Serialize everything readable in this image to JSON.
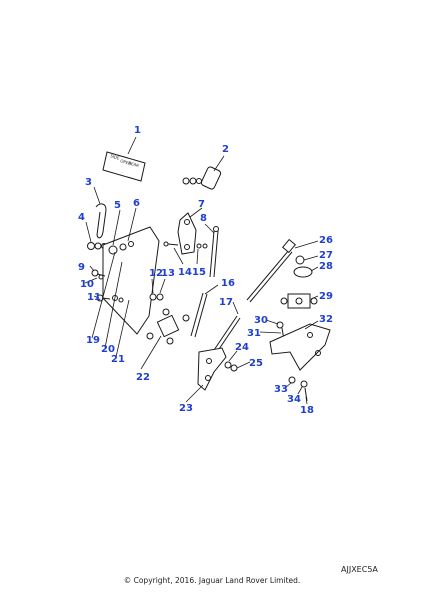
{
  "callouts": [
    "1",
    "2",
    "3",
    "4",
    "5",
    "6",
    "7",
    "8",
    "9",
    "10",
    "11",
    "12",
    "13",
    "14",
    "15",
    "16",
    "17",
    "19",
    "20",
    "21",
    "22",
    "23",
    "24",
    "25",
    "26",
    "27",
    "28",
    "29",
    "30",
    "31",
    "32",
    "33",
    "34",
    "18"
  ],
  "label_plate_text": [
    "SIDE",
    "OPEN",
    "REAR"
  ],
  "reference_code": "AJJXEC5A",
  "copyright": "© Copyright, 2016. Jaguar Land Rover Limited."
}
